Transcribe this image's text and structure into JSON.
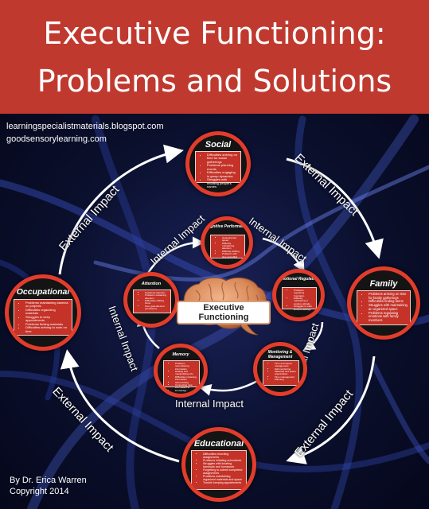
{
  "title": {
    "line1": "Executive Functioning:",
    "line2": "Problems and Solutions"
  },
  "websites": [
    "learningspecialistmaterials.blogspot.com",
    "goodsensorylearning.com"
  ],
  "credit": {
    "author": "By Dr. Erica Warren",
    "copyright": "Copyright 2014"
  },
  "center": {
    "label": "Executive Functioning"
  },
  "arrow_labels": {
    "external": "External Impact",
    "internal": "Internal Impact"
  },
  "outer_circles": {
    "social": {
      "title": "Social",
      "items": [
        "Difficulties arriving on time for social gatherings",
        "Problems planning events",
        "Difficulties engaging in group dynamics",
        "Struggles with recalling people's names"
      ]
    },
    "family": {
      "title": "Family",
      "items": [
        "Problems arriving on time for family gatherings",
        "Difficulties finding items",
        "Struggles with maintaining an organized space",
        "Problems regulating emotions with family members"
      ]
    },
    "educational": {
      "title": "Educational",
      "items": [
        "Difficulties recording assignments",
        "Problems initiating schoolwork",
        "Struggles with locating handouts and homework",
        "Forgetting to submit completed assignments",
        "Problems maintaining organized materials and space",
        "Trouble keeping appointments"
      ]
    },
    "occupational": {
      "title": "Occupational",
      "items": [
        "Problems maintaining stamina on projects",
        "Difficulties organizing materials",
        "Struggles to keep appointments",
        "Problems finding materials",
        "Difficulties arriving to work on time"
      ]
    }
  },
  "inner_circles": {
    "cognitive": {
      "title": "Cognitive Performance",
      "items": [
        "Goal-directed speed",
        "Difficulty maintaining attention",
        "Difficulty shifting",
        "Problems with time and effort"
      ]
    },
    "emotional": {
      "title": "Emotional Regulation",
      "items": [
        "Problems regulating frustration",
        "Difficulty maintaining a positive attitude",
        "Struggles to calm anxious feelings"
      ]
    },
    "monitoring": {
      "title": "Monitoring & Management",
      "items": [
        "Time and speed management",
        "Self-monitoring",
        "Materials and space organization",
        "Time management",
        "Planning"
      ]
    },
    "memory": {
      "title": "Memory",
      "items": [
        "Problems remembering information",
        "Holding and manipulating info",
        "Difficulties retrieving information",
        "Short-finding",
        "Connecting new information to",
        "knowledge"
      ]
    },
    "attention": {
      "title": "Attention",
      "items": [
        "Sustained attention",
        "Problems sustaining attention",
        "Difficulties shifting focus",
        "Poor goal-directed persistence"
      ]
    }
  },
  "colors": {
    "header_red": "#c0392f",
    "ring_red": "#e23c2c",
    "box_red": "#c43228",
    "background_navy": "#0a0f2c"
  }
}
